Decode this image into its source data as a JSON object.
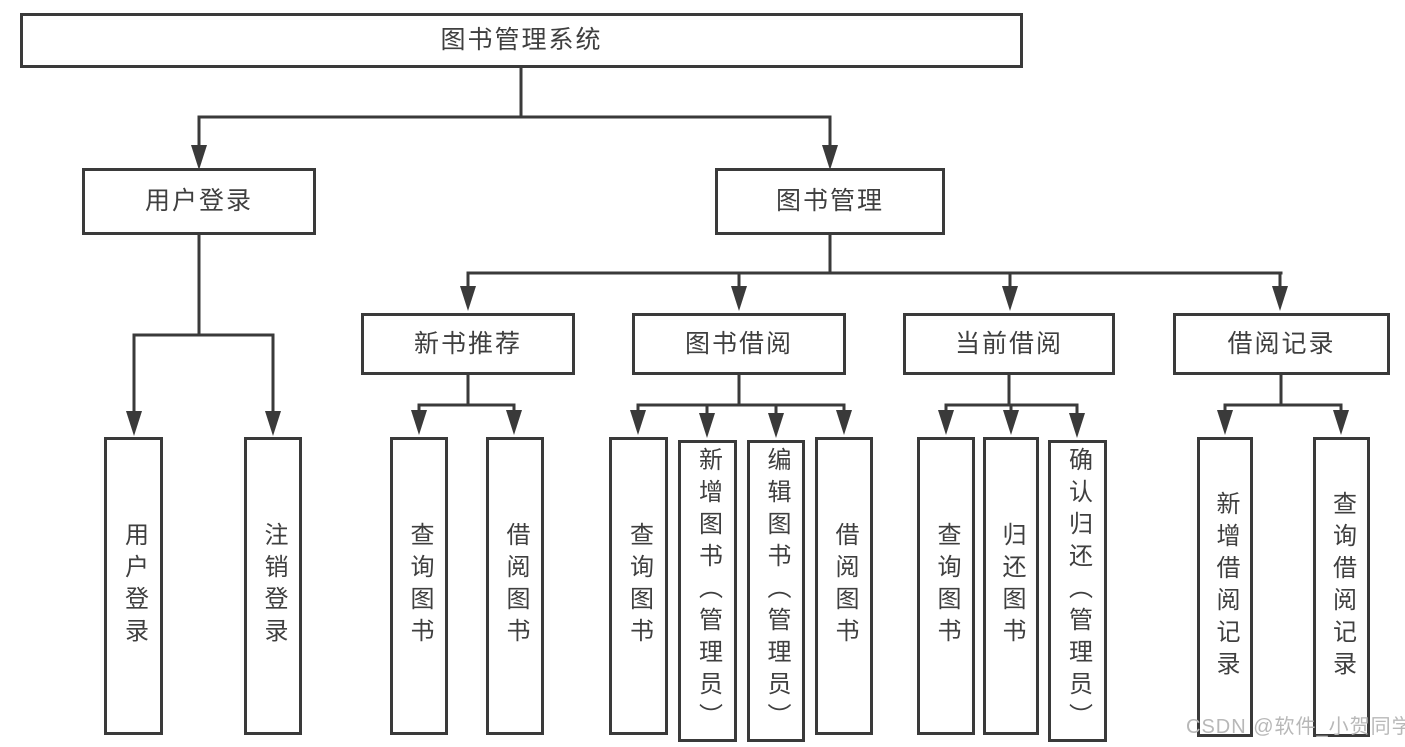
{
  "tree": {
    "label": "图书管理系统",
    "children": [
      {
        "label": "用户登录",
        "children": [
          {
            "label": "用户登录"
          },
          {
            "label": "注销登录"
          }
        ]
      },
      {
        "label": "图书管理",
        "children": [
          {
            "label": "新书推荐",
            "children": [
              {
                "label": "查询图书"
              },
              {
                "label": "借阅图书"
              }
            ]
          },
          {
            "label": "图书借阅",
            "children": [
              {
                "label": "查询图书"
              },
              {
                "label": "新增图书（管理员）"
              },
              {
                "label": "编辑图书（管理员）"
              },
              {
                "label": "借阅图书"
              }
            ]
          },
          {
            "label": "当前借阅",
            "children": [
              {
                "label": "查询图书"
              },
              {
                "label": "归还图书"
              },
              {
                "label": "确认归还（管理员）"
              }
            ]
          },
          {
            "label": "借阅记录",
            "children": [
              {
                "label": "新增借阅记录"
              },
              {
                "label": "查询借阅记录"
              }
            ]
          }
        ]
      }
    ]
  },
  "watermark": {
    "text": "CSDN @软件_小贺同学"
  },
  "colors": {
    "line": "#3a3a3a",
    "border": "#3a3a3a",
    "text": "#3f3f3f",
    "watermark": "#b8b8b8",
    "background": "#ffffff"
  }
}
